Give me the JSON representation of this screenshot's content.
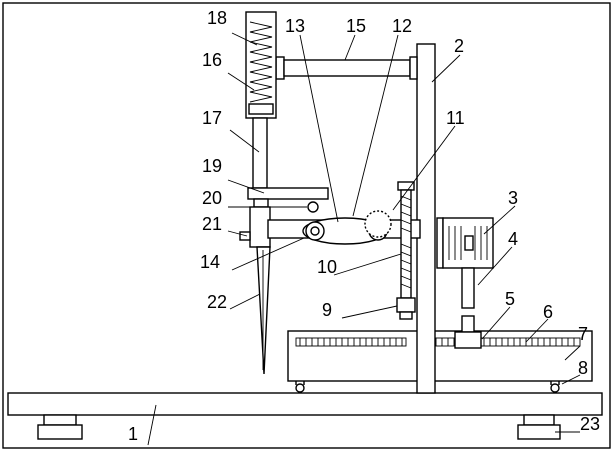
{
  "figure": {
    "labels": {
      "l1": "1",
      "l2": "2",
      "l3": "3",
      "l4": "4",
      "l5": "5",
      "l6": "6",
      "l7": "7",
      "l8": "8",
      "l9": "9",
      "l10": "10",
      "l11": "11",
      "l12": "12",
      "l13": "13",
      "l14": "14",
      "l15": "15",
      "l16": "16",
      "l17": "17",
      "l18": "18",
      "l19": "19",
      "l20": "20",
      "l21": "21",
      "l22": "22",
      "l23": "23"
    }
  }
}
